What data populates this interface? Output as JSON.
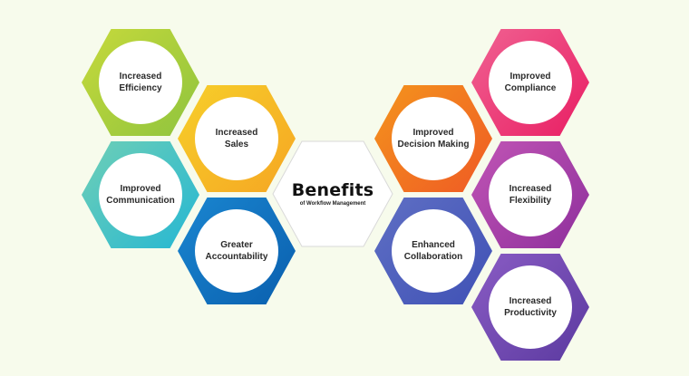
{
  "center": {
    "title": "Benefits",
    "subtitle": "of Workflow Management"
  },
  "benefits": [
    {
      "label": "Increased\nEfficiency",
      "color_from": "#c6d93b",
      "color_to": "#8fc43e"
    },
    {
      "label": "Increased\nSales",
      "color_from": "#f7cf2a",
      "color_to": "#f5a623"
    },
    {
      "label": "Improved\nCommunication",
      "color_from": "#6fcfb6",
      "color_to": "#25b7d3"
    },
    {
      "label": "Greater\nAccountability",
      "color_from": "#1a86d0",
      "color_to": "#0a5fae"
    },
    {
      "label": "Improved\nDecision Making",
      "color_from": "#f4941d",
      "color_to": "#ef5a24"
    },
    {
      "label": "Enhanced\nCollaboration",
      "color_from": "#5f6fc4",
      "color_to": "#3f51b5"
    },
    {
      "label": "Improved\nCompliance",
      "color_from": "#f06292",
      "color_to": "#e91e63"
    },
    {
      "label": "Increased\nFlexibility",
      "color_from": "#c155b5",
      "color_to": "#8e2f9c"
    },
    {
      "label": "Increased\nProductivity",
      "color_from": "#8a5cc4",
      "color_to": "#5b3aa0"
    }
  ]
}
